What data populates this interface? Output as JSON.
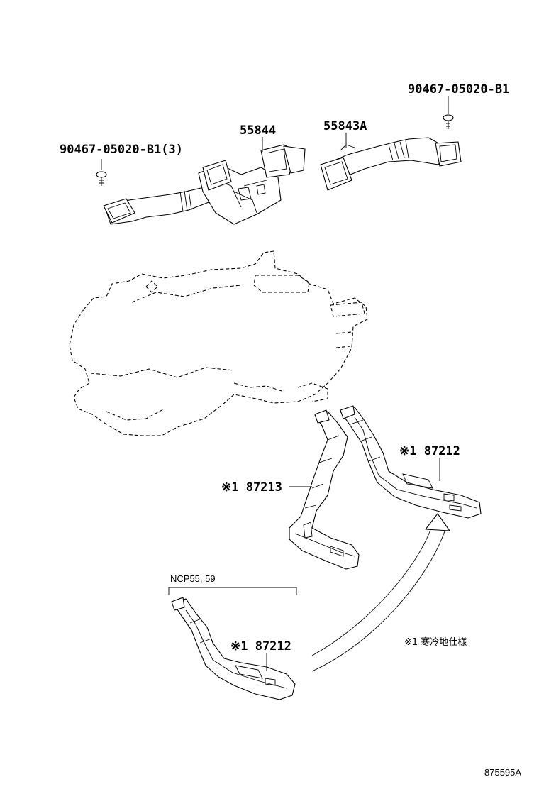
{
  "labels": {
    "clip_left": "90467-05020-B1(3)",
    "clip_right": "90467-05020-B1",
    "duct_55844": "55844",
    "duct_55843a": "55843A",
    "duct_87212_upper": "※1 87212",
    "duct_87213": "※1 87213",
    "duct_87212_lower": "※1 87212",
    "variant_group": "NCP55, 59",
    "footnote": "※1 寒冷地仕様",
    "illustration_ref": "875595A"
  }
}
